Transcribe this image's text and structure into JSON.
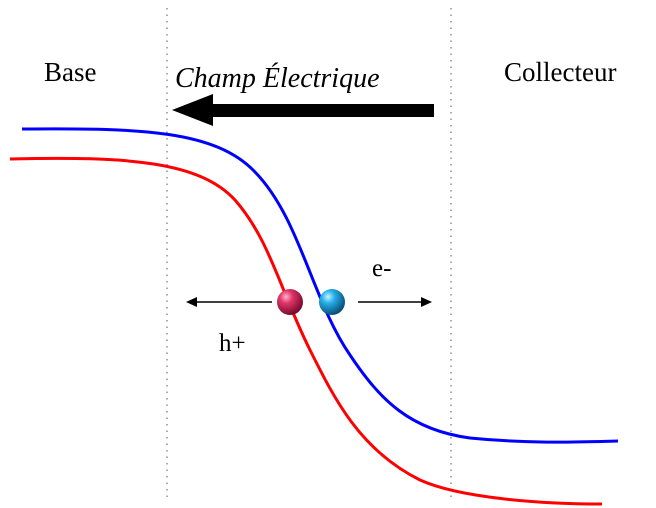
{
  "labels": {
    "base": "Base",
    "field": "Champ Électrique",
    "collector": "Collecteur",
    "electron": "e-",
    "hole": "h+"
  },
  "colors": {
    "conduction_band": "#0000ff",
    "valence_band": "#ff0000",
    "hole_particle": "#d2265a",
    "electron_particle": "#1aa3e0",
    "boundary": "#7f7f7f",
    "arrow": "#000000"
  },
  "icons": {
    "hole": "sphere-icon",
    "electron": "sphere-icon",
    "field_arrow": "thick-left-arrow-icon"
  }
}
